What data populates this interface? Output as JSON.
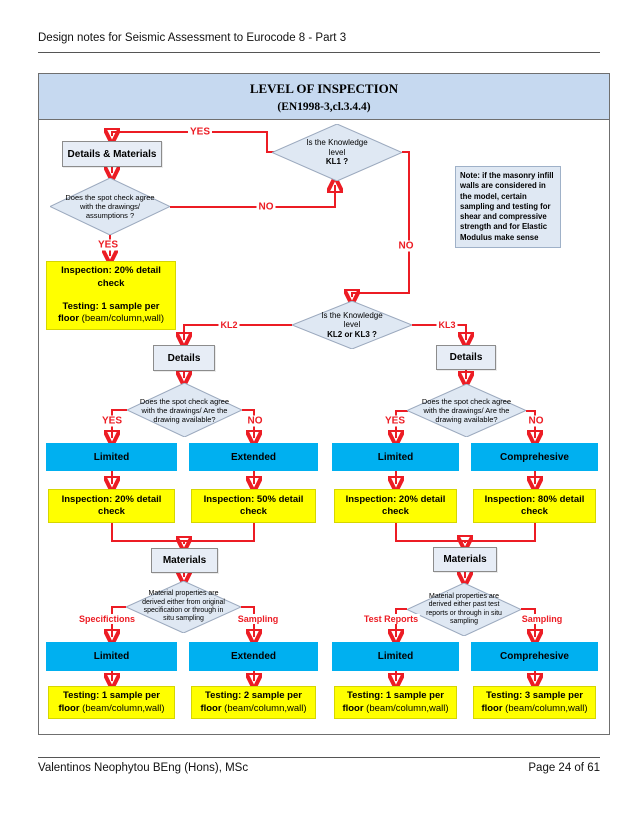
{
  "page": {
    "header": "Design notes for Seismic Assessment to Eurocode 8 - Part 3",
    "footer_left": "Valentinos Neophytou BEng (Hons), MSc",
    "footer_right": "Page 24 of 61"
  },
  "panel": {
    "title": "LEVEL OF INSPECTION",
    "subtitle": "(EN1998-3,cl.3.4.4)"
  },
  "colors": {
    "cyan": "#00b0f0",
    "yellow": "#ffff00",
    "arrow_red": "#ec1c24",
    "panel_header_blue": "#c6d9f0",
    "node_fill": "#e7edf6",
    "diamond_fill": "#dfe8f3"
  },
  "flow": {
    "details_materials": "Details & Materials",
    "kl1_question": "Is the Knowledge\nlevel",
    "kl1_bold": "KL1 ?",
    "spot_check_1": "Does the spot check agree\nwith the drawings/\nassumptions ?",
    "note": "Note: if the masonry infill\nwalls are considered in\nthe model, certain\nsampling and testing for\nshear and compressive\nstrength and for Elastic\nModulus make sense",
    "inspection_kl1": "Inspection: 20% detail\ncheck",
    "testing_kl1_bold": "Testing: 1 sample per\nfloor",
    "testing_kl1_rest": " (beam/column,wall)",
    "kl23_question": "Is the Knowledge\nlevel",
    "kl23_bold": "KL2 or KL3 ?",
    "spot_check_2": "Does the spot check agree\nwith the drawings/ Are the\ndrawing available?",
    "materials_q_left": "Material properties are\nderived either from original\nspecification or through in\nsitu sampling",
    "materials_q_right": "Material properties are\nderived either past test\nreports or through in situ\nsampling"
  },
  "labels": {
    "yes": "YES",
    "no": "NO",
    "kl2": "KL2",
    "kl3": "KL3",
    "details": "Details",
    "materials": "Materials",
    "specifications": "Specifictions",
    "sampling": "Sampling",
    "test_reports": "Test Reports"
  },
  "columns": [
    {
      "level": "Limited",
      "inspection": "Inspection: 20% detail\ncheck",
      "testing_level": "Limited",
      "testing_bold": "Testing: 1 sample per\nfloor",
      "testing_rest": " (beam/column,wall)"
    },
    {
      "level": "Extended",
      "inspection": "Inspection: 50% detail\ncheck",
      "testing_level": "Extended",
      "testing_bold": "Testing: 2 sample per\nfloor",
      "testing_rest": " (beam/column,wall)"
    },
    {
      "level": "Limited",
      "inspection": "Inspection: 20% detail\ncheck",
      "testing_level": "Limited",
      "testing_bold": "Testing: 1 sample per\nfloor",
      "testing_rest": " (beam/column,wall)"
    },
    {
      "level": "Comprehesive",
      "inspection": "Inspection: 80% detail\ncheck",
      "testing_level": "Comprehesive",
      "testing_bold": "Testing: 3 sample per\nfloor",
      "testing_rest": " (beam/column,wall)"
    }
  ]
}
